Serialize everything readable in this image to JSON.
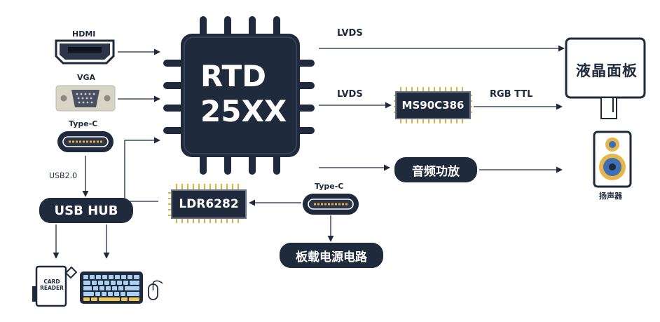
{
  "main_chip": {
    "line1": "RTD",
    "line2": "25XX"
  },
  "inputs": {
    "hdmi": "HDMI",
    "vga": "VGA",
    "typec_top": "Type-C",
    "usb": "USB2.0",
    "typec_right": "Type-C"
  },
  "links": {
    "lvds_top": "LVDS",
    "lvds_mid": "LVDS",
    "rgb": "RGB TTL"
  },
  "blocks": {
    "usb_hub": "USB HUB",
    "ldr": "LDR6282",
    "ms90": "MS90C386",
    "audio_amp": "音频功放",
    "power": "板载电源电路",
    "panel": "液晶面板",
    "speaker": "扬声器",
    "card_reader_line1": "CARD",
    "card_reader_line2": "READER"
  },
  "colors": {
    "dark": "#1f2a3c",
    "chip_border": "#6b7586",
    "pin_gold": "#e0b23a",
    "speaker_ring": "#e7b64a",
    "speaker_cone": "#3f6fb5",
    "keyboard_key": "#a9d0f2",
    "keyboard_accent": "#f0c85a"
  }
}
